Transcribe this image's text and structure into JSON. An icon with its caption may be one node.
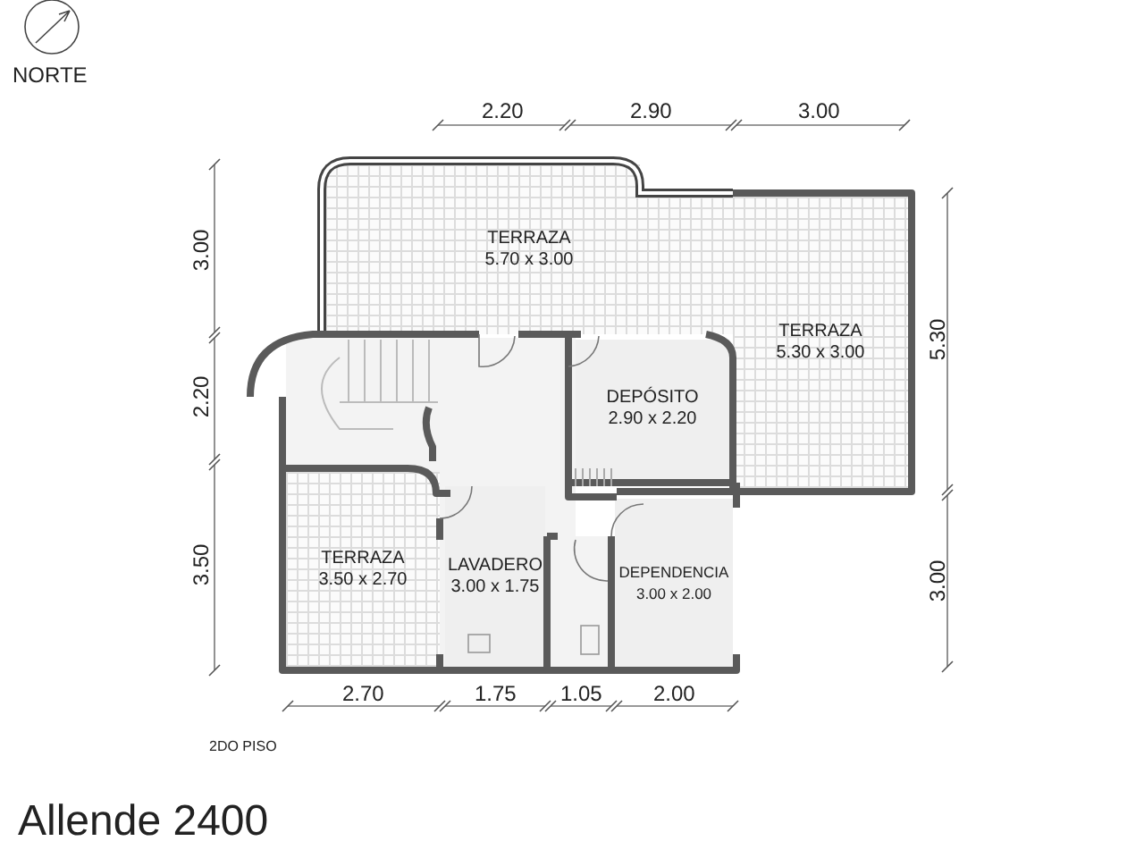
{
  "diagram": {
    "title": "Allende 2400",
    "nodes": [
      {
        "text": [
          "TERRAZA",
          "5.70 x 3.00"
        ]
      },
      {
        "text": [
          "TERRAZA",
          "5.30 x 3.00"
        ]
      },
      {
        "text": [
          "DEPÓSITO",
          "2.90 x 2.20"
        ]
      },
      {
        "text": [
          "TERRAZA",
          "3.50 x 2.70"
        ]
      },
      {
        "text": [
          "LAVADERO",
          "3.00 x 1.75"
        ]
      },
      {
        "text": [
          "DEPENDENCIA",
          "3.00 x 2.00"
        ]
      }
    ],
    "labels": [
      "NORTE",
      "2.20",
      "2.90",
      "3.00",
      "3.00",
      "2.20",
      "5.30",
      "3.50",
      "3.00",
      "2.70",
      "1.75",
      "1.05",
      "2.00",
      "2DO PISO"
    ]
  }
}
